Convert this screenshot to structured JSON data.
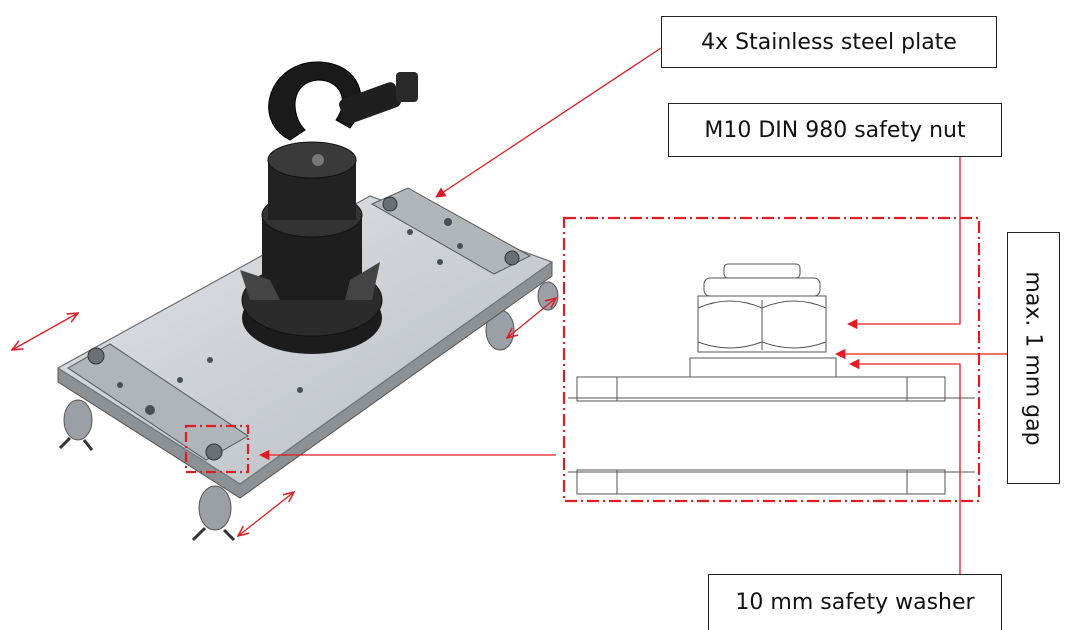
{
  "labels": {
    "stainless_plate": "4x Stainless steel plate",
    "safety_nut": "M10 DIN 980 safety nut",
    "gap": "max. 1 mm gap",
    "safety_washer": "10 mm safety washer"
  },
  "colors": {
    "annotation": "#e31b23",
    "outline": "#222222",
    "plate": "#c9cdd2",
    "plate_edge": "#8c9196",
    "mount": "#1c1c1c",
    "detail_line": "#555555"
  }
}
